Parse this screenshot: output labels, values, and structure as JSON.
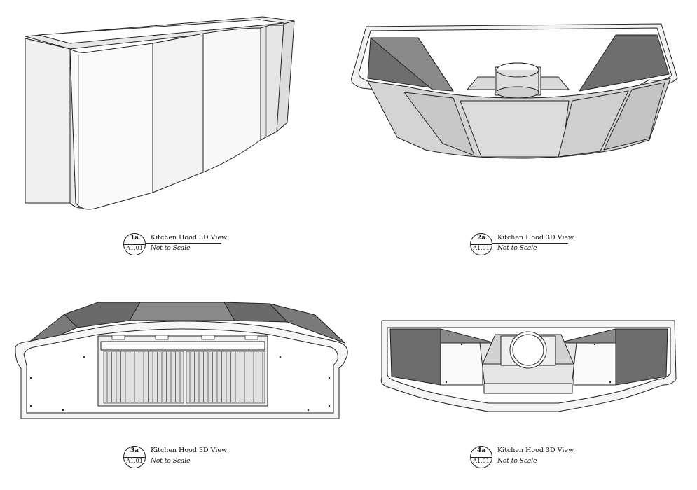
{
  "views": [
    {
      "id": "1a",
      "sheet": "A1.01",
      "title": "Kitchen Hood 3D View",
      "scale": "Not to Scale"
    },
    {
      "id": "2a",
      "sheet": "A1.01",
      "title": "Kitchen Hood 3D View",
      "scale": "Not to Scale"
    },
    {
      "id": "3a",
      "sheet": "A1.01",
      "title": "Kitchen Hood 3D View",
      "scale": "Not to Scale"
    },
    {
      "id": "4a",
      "sheet": "A1.01",
      "title": "Kitchen Hood 3D View",
      "scale": "Not to Scale"
    }
  ],
  "colors": {
    "line": "#222222",
    "face_light": "#f4f4f4",
    "face_mid": "#d6d6d6",
    "face_dark": "#6e6e6e",
    "face_shadow": "#9a9a9a"
  }
}
